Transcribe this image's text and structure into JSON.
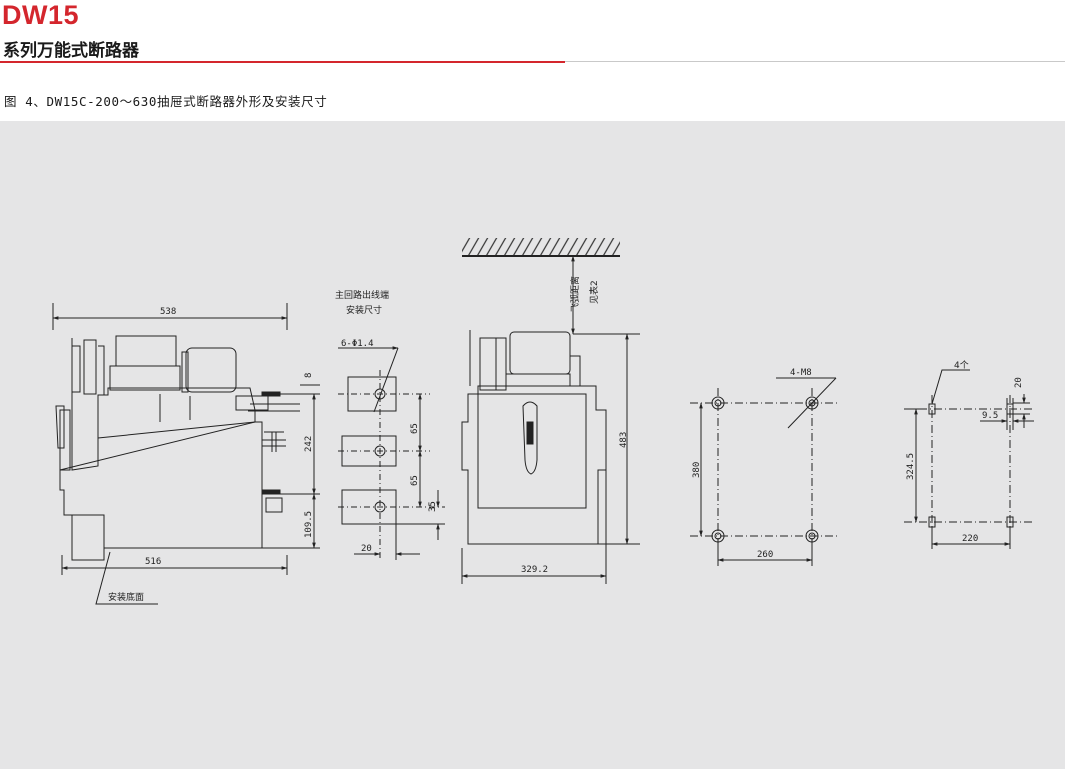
{
  "header": {
    "model": "DW15",
    "series": "系列万能式断路器",
    "accent_color": "#d4262d"
  },
  "figure": {
    "caption": "图  4、DW15C-200～630抽屉式断路器外形及安装尺寸",
    "side_view": {
      "width_top": "538",
      "width_bottom": "516",
      "height_upper": "242",
      "height_lower": "109.5",
      "offset_top": "8",
      "base_label": "安装底面"
    },
    "terminal_view": {
      "title_line1": "主回路出线端",
      "title_line2": "安装尺寸",
      "holes_label": "6-Φ1.4",
      "spacing_1": "65",
      "spacing_2": "65",
      "offset_35": "35",
      "width_20": "20"
    },
    "front_view": {
      "arc_label_1": "飞弧距离",
      "arc_label_2": "见表2",
      "height": "483",
      "width": "329.2"
    },
    "mount_holes_m8": {
      "label": "4-M8",
      "height": "380",
      "width": "260"
    },
    "mount_holes_slot": {
      "label": "4个",
      "slot_width": "20",
      "slot_offset": "9.5",
      "height": "324.5",
      "width": "220"
    }
  }
}
